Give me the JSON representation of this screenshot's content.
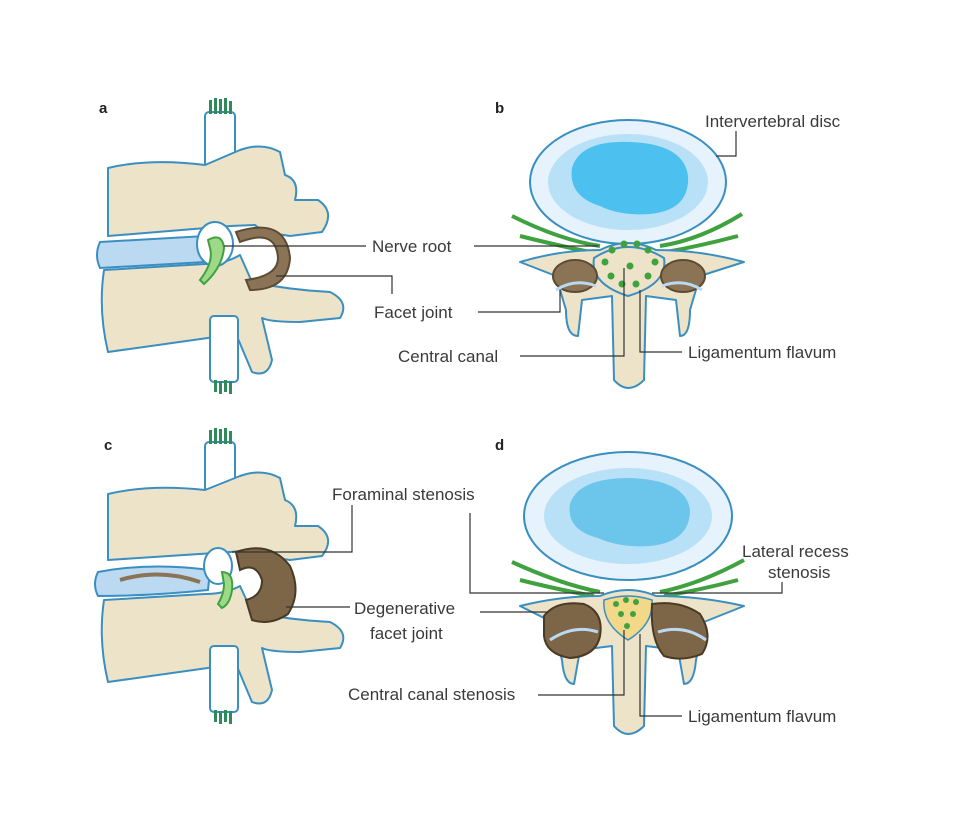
{
  "panels": {
    "a": "a",
    "b": "b",
    "c": "c",
    "d": "d"
  },
  "labels": {
    "nerve_root": "Nerve root",
    "facet_joint": "Facet joint",
    "central_canal": "Central canal",
    "intervertebral_disc": "Intervertebral disc",
    "ligamentum_flavum_b": "Ligamentum flavum",
    "foraminal_stenosis": "Foraminal stenosis",
    "degenerative_line1": "Degenerative",
    "degenerative_line2": "facet joint",
    "central_canal_stenosis": "Central canal stenosis",
    "lateral_recess_line1": "Lateral recess",
    "lateral_recess_line2": "stenosis",
    "ligamentum_flavum_d": "Ligamentum flavum"
  },
  "colors": {
    "bone": "#ede3c9",
    "outline": "#3a8fc0",
    "disc_nucleus": "#4cc0ee",
    "nerve": "#3fa23f",
    "facet": "#8a7455",
    "stenosis_fill": "#f2d98a"
  }
}
